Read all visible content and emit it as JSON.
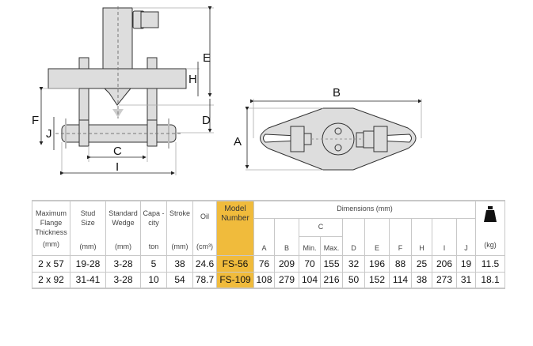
{
  "diagram_labels": {
    "front": [
      "E",
      "H",
      "F",
      "J",
      "D",
      "C",
      "I"
    ],
    "top": [
      "A",
      "B"
    ]
  },
  "table": {
    "headers": {
      "flange": "Maximum Flange Thickness",
      "flange_unit": "(mm)",
      "stud": "Stud Size",
      "stud_unit": "(mm)",
      "wedge": "Standard Wedge",
      "wedge_unit": "(mm)",
      "capacity": "Capa - city",
      "capacity_unit": "ton",
      "stroke": "Stroke",
      "stroke_unit": "(mm)",
      "oil": "Oil",
      "oil_unit": "(cm³)",
      "model": "Model Number",
      "dimensions": "Dimensions (mm)",
      "c_group": "C",
      "dims": [
        "A",
        "B",
        "Min.",
        "Max.",
        "D",
        "E",
        "F",
        "H",
        "I",
        "J"
      ],
      "weight_icon": "weight-icon",
      "weight_unit": "(kg)"
    },
    "rows": [
      {
        "flange": "2 x 57",
        "stud": "19-28",
        "wedge": "3-28",
        "capacity": "5",
        "stroke": "38",
        "oil": "24.6",
        "model": "FS-56",
        "dims": [
          "76",
          "209",
          "70",
          "155",
          "32",
          "196",
          "88",
          "25",
          "206",
          "19"
        ],
        "weight": "11.5"
      },
      {
        "flange": "2 x 92",
        "stud": "31-41",
        "wedge": "3-28",
        "capacity": "10",
        "stroke": "54",
        "oil": "78.7",
        "model": "FS-109",
        "dims": [
          "108",
          "279",
          "104",
          "216",
          "50",
          "152",
          "114",
          "38",
          "273",
          "31"
        ],
        "weight": "18.1"
      }
    ],
    "accent": "#f0bb3c"
  }
}
